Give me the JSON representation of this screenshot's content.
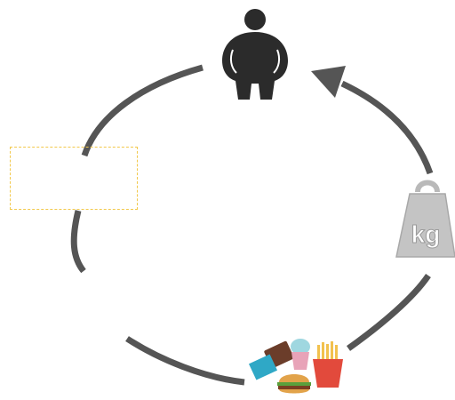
{
  "diagram": {
    "kind": "cycle",
    "nodes": [
      {
        "id": "person",
        "icon": "obese-person-icon"
      },
      {
        "id": "weight",
        "icon": "kg-weight-icon",
        "text": "kg"
      },
      {
        "id": "food",
        "icon": "junk-food-icon"
      }
    ],
    "placeholder_label": "",
    "colors": {
      "arrow": "#555555",
      "person": "#2b2b2b",
      "weight": "#b9b9b9",
      "placeholder_border": "#f2c94c"
    }
  }
}
